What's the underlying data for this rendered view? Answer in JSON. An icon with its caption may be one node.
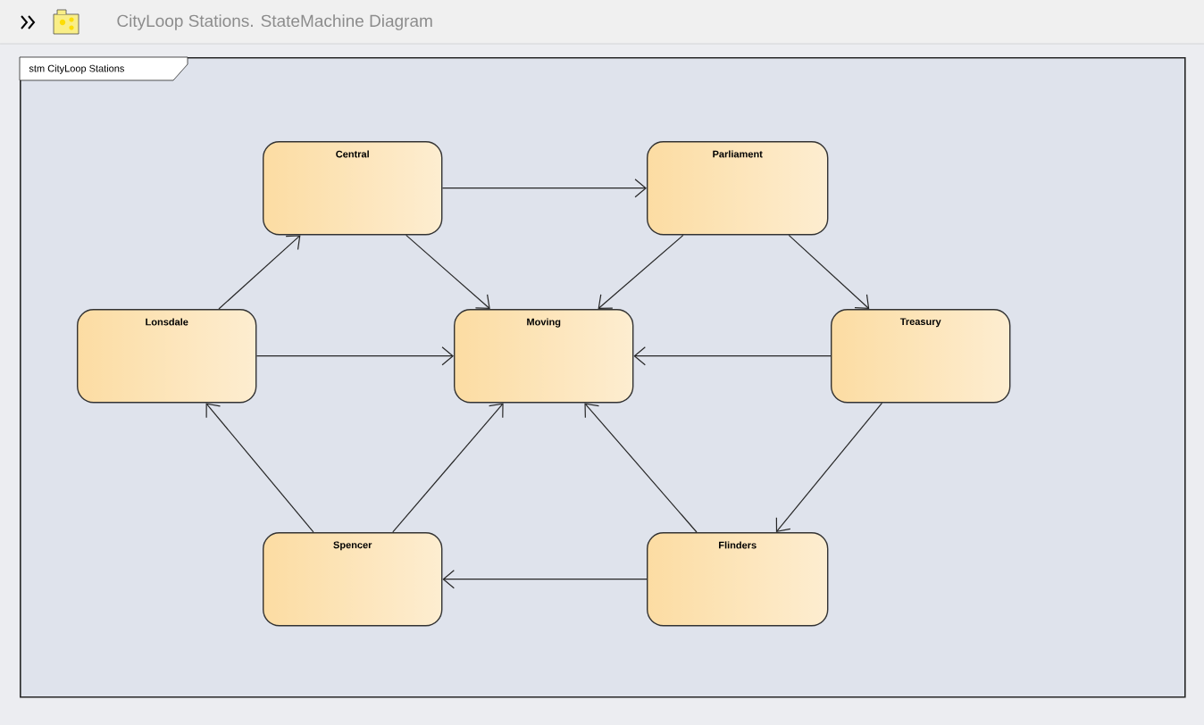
{
  "diagram": {
    "title": "CityLoop Stations.  StateMachine Diagram",
    "nodes": [
      {
        "text": [
          "stm CityLoop Stations"
        ]
      },
      {
        "text": [
          "Central"
        ],
        "in": 0
      },
      {
        "text": [
          "Parliament"
        ],
        "in": 0
      },
      {
        "text": [
          "Lonsdale"
        ],
        "in": 0
      },
      {
        "text": [
          "Moving"
        ],
        "in": 0
      },
      {
        "text": [
          "Treasury"
        ],
        "in": 0
      },
      {
        "text": [
          "Spencer"
        ],
        "in": 0
      },
      {
        "text": [
          "Flinders"
        ],
        "in": 0
      }
    ],
    "edges": [
      {
        "from": 1,
        "to": 2,
        "arrow": "to"
      },
      {
        "from": 1,
        "to": 4,
        "arrow": "to"
      },
      {
        "from": 2,
        "to": 4,
        "arrow": "to"
      },
      {
        "from": 2,
        "to": 5,
        "arrow": "to"
      },
      {
        "from": 3,
        "to": 1,
        "arrow": "to"
      },
      {
        "from": 3,
        "to": 4,
        "arrow": "to"
      },
      {
        "from": 5,
        "to": 4,
        "arrow": "to"
      },
      {
        "from": 5,
        "to": 7,
        "arrow": "to"
      },
      {
        "from": 6,
        "to": 3,
        "arrow": "to"
      },
      {
        "from": 6,
        "to": 4,
        "arrow": "to"
      },
      {
        "from": 7,
        "to": 4,
        "arrow": "to"
      },
      {
        "from": 7,
        "to": 6,
        "arrow": "to"
      }
    ]
  }
}
